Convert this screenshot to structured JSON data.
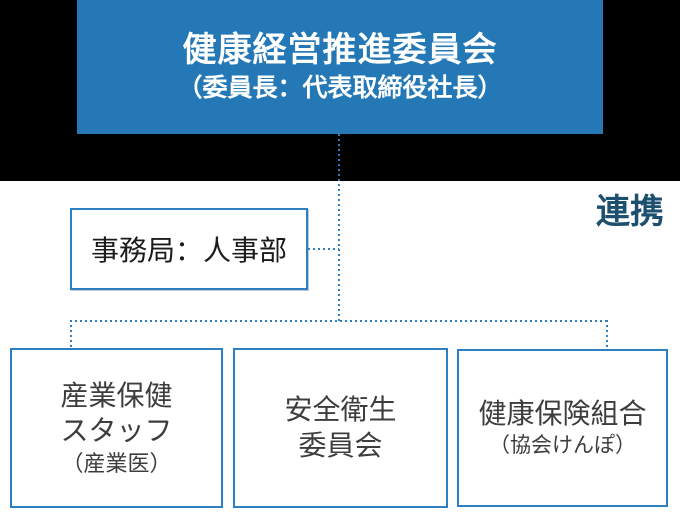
{
  "colors": {
    "header_band": "#000000",
    "committee_fill": "#2478b5",
    "committee_text": "#ffffff",
    "box_border": "#2e7fc1",
    "connector": "#2e7fc1",
    "collaboration_text": "#1d4f6f",
    "member_text": "#3d3d3d"
  },
  "committee": {
    "title": "健康経営推進委員会",
    "subtitle": "（委員長：代表取締役社長）"
  },
  "secretariat": {
    "label": "事務局：人事部"
  },
  "collaboration_label": "連携",
  "members": [
    {
      "line1": "産業保健",
      "line2": "スタッフ",
      "note": "（産業医）"
    },
    {
      "line1": "安全衛生",
      "line2": "委員会"
    },
    {
      "line1": "健康保険組合",
      "note": "（協会けんぽ）"
    }
  ]
}
